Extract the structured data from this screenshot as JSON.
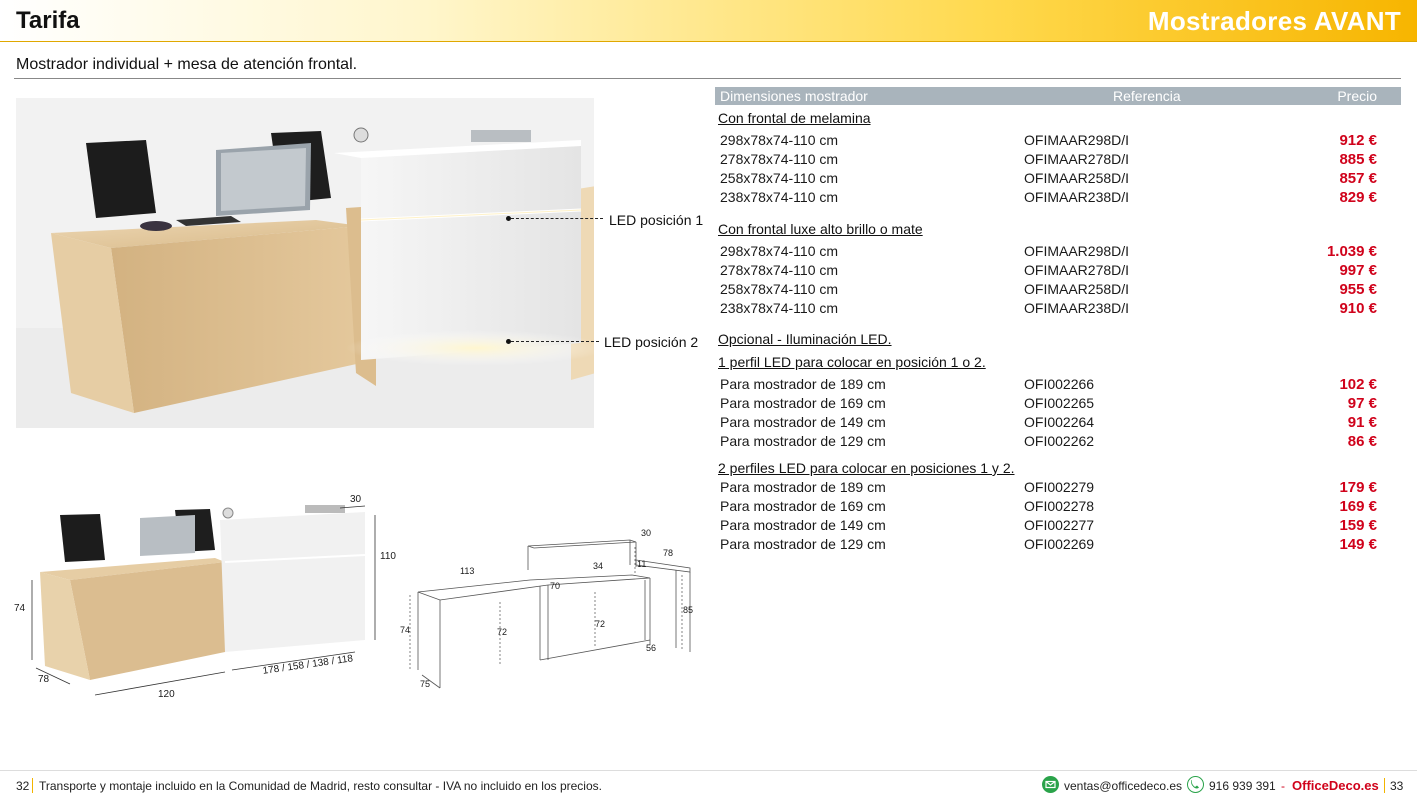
{
  "header": {
    "title": "Tarifa",
    "brand_line": "Mostradores AVANT"
  },
  "subtitle": "Mostrador individual + mesa de atención frontal.",
  "led_labels": {
    "pos1": "LED posición 1",
    "pos2": "LED posición 2"
  },
  "dimensions": {
    "d74": "74",
    "d78": "78",
    "d120": "120",
    "d_var": "178 / 158 / 138 / 118",
    "d110": "110",
    "d30": "30",
    "s30": "30",
    "s113": "113",
    "s78": "78",
    "s34": "34",
    "s11": "11",
    "s70": "70",
    "s85": "85",
    "s74": "74",
    "s72a": "72",
    "s72b": "72",
    "s56": "56",
    "s75": "75"
  },
  "table": {
    "headers": {
      "dim": "Dimensiones mostrador",
      "ref": "Referencia",
      "price": "Precio"
    },
    "sections": [
      {
        "title": "Con frontal de melamina",
        "rows": [
          {
            "dim": "298x78x74-110 cm",
            "ref": "OFIMAAR298D/I",
            "price": "912 €"
          },
          {
            "dim": "278x78x74-110 cm",
            "ref": "OFIMAAR278D/I",
            "price": "885 €"
          },
          {
            "dim": "258x78x74-110 cm",
            "ref": "OFIMAAR258D/I",
            "price": "857 €"
          },
          {
            "dim": "238x78x74-110 cm",
            "ref": "OFIMAAR238D/I",
            "price": "829 €"
          }
        ]
      },
      {
        "title": "Con frontal luxe alto brillo o mate",
        "rows": [
          {
            "dim": "298x78x74-110 cm",
            "ref": "OFIMAAR298D/I",
            "price": "1.039 €"
          },
          {
            "dim": "278x78x74-110 cm",
            "ref": "OFIMAAR278D/I",
            "price": "997 €"
          },
          {
            "dim": "258x78x74-110 cm",
            "ref": "OFIMAAR258D/I",
            "price": "955 €"
          },
          {
            "dim": "238x78x74-110 cm",
            "ref": "OFIMAAR238D/I",
            "price": "910 €"
          }
        ]
      },
      {
        "title": "Opcional - Iluminación LED.",
        "rows": []
      },
      {
        "title": "1 perfil LED para colocar en posición 1 o 2.",
        "rows": [
          {
            "dim": "Para mostrador de 189 cm",
            "ref": "OFI002266",
            "price": "102 €"
          },
          {
            "dim": "Para mostrador de 169 cm",
            "ref": "OFI002265",
            "price": "97 €"
          },
          {
            "dim": "Para mostrador de 149 cm",
            "ref": "OFI002264",
            "price": "91 €"
          },
          {
            "dim": "Para mostrador de 129 cm",
            "ref": "OFI002262",
            "price": "86 €"
          }
        ]
      },
      {
        "title": "2 perfiles LED para colocar en posiciones 1 y 2.",
        "rows": [
          {
            "dim": "Para mostrador de 189 cm",
            "ref": "OFI002279",
            "price": "179 €"
          },
          {
            "dim": "Para mostrador de 169 cm",
            "ref": "OFI002278",
            "price": "169 €"
          },
          {
            "dim": "Para mostrador de 149 cm",
            "ref": "OFI002277",
            "price": "159 €"
          },
          {
            "dim": "Para mostrador de 129 cm",
            "ref": "OFI002269",
            "price": "149 €"
          }
        ]
      }
    ]
  },
  "footer": {
    "page_left": "32",
    "note": "Transporte y montaje incluido en la Comunidad de Madrid, resto consultar - IVA no incluido en los precios.",
    "email": "ventas@officedeco.es",
    "phone": "916 939 391",
    "dash": "-",
    "brand": "OfficeDeco.es",
    "page_right": "33"
  },
  "colors": {
    "price_red": "#d0021b",
    "header_gold": "#f7b500",
    "table_head": "#a9b4bc",
    "wood": "#e3c9a0",
    "contact_green": "#2aa34a"
  },
  "icons": {
    "email": "email-icon",
    "phone": "phone-icon"
  }
}
